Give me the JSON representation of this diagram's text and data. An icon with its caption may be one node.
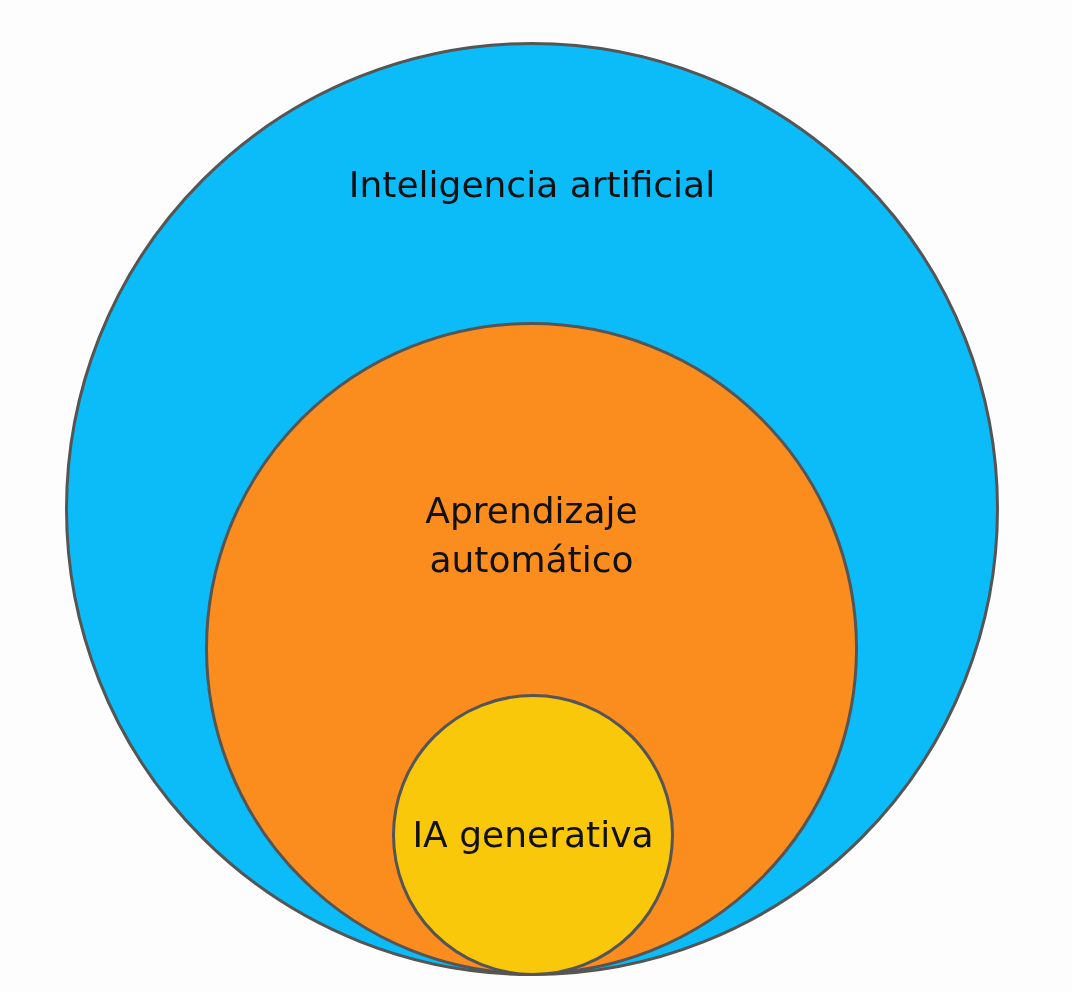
{
  "diagram": {
    "nodes": [
      {
        "text": [
          "Inteligencia artificial"
        ]
      },
      {
        "text": [
          "Aprendizaje automático"
        ],
        "in": 0
      },
      {
        "text": [
          "IA generativa"
        ],
        "in": 1
      }
    ]
  }
}
